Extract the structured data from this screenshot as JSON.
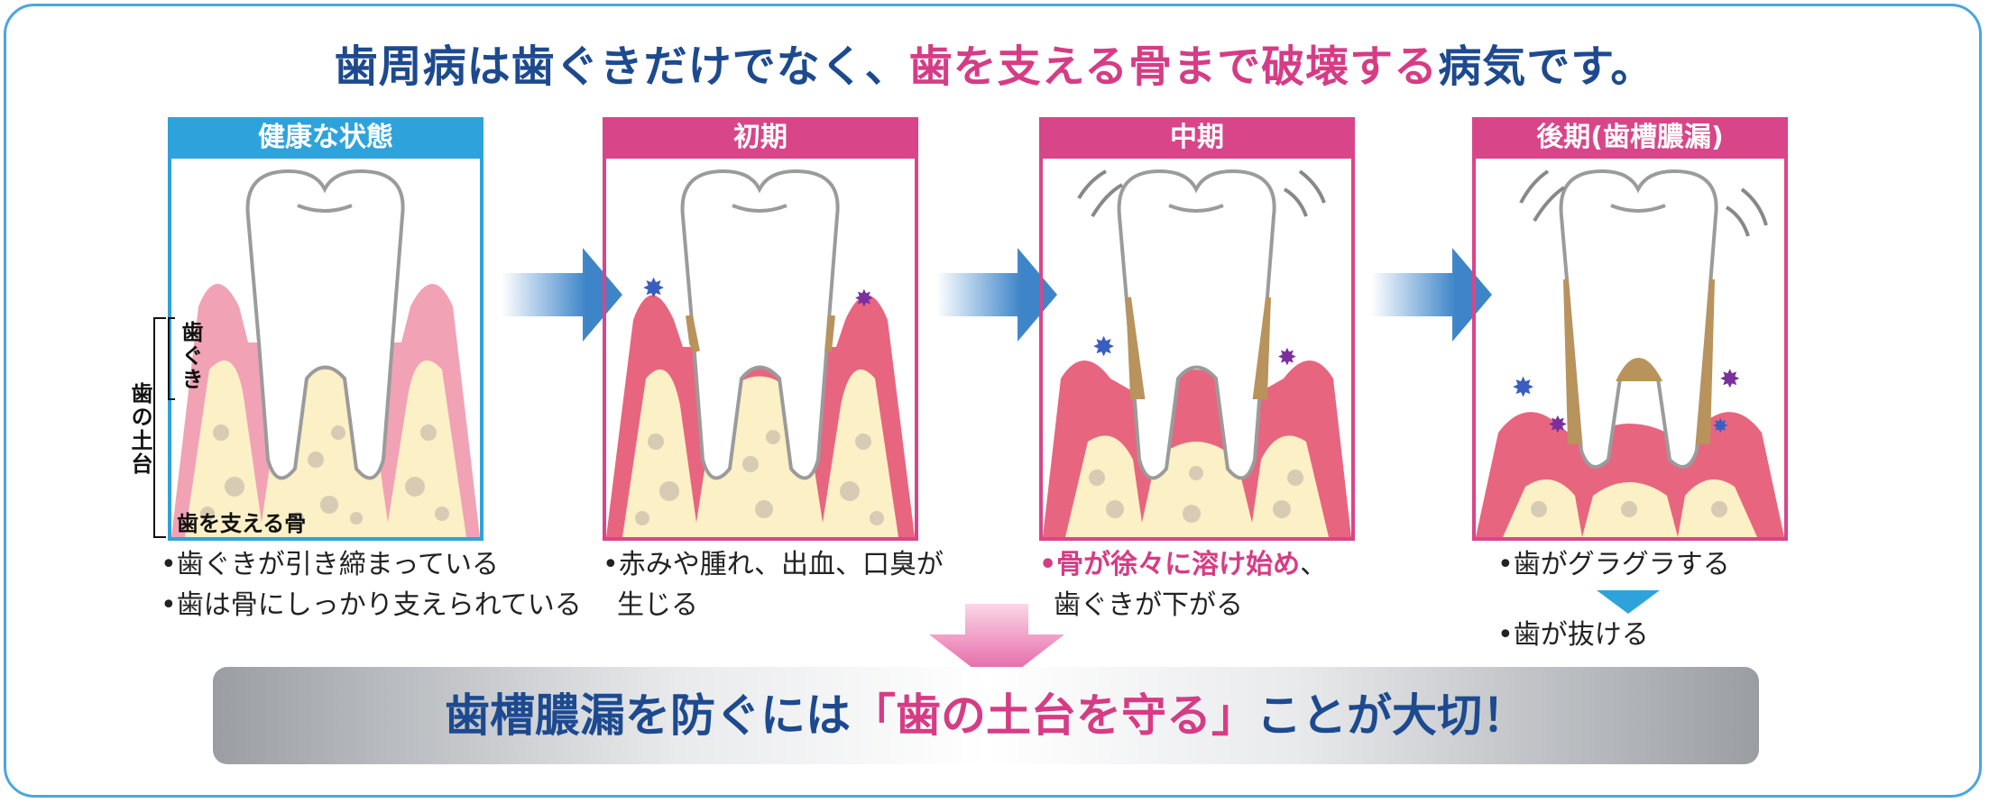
{
  "headline": {
    "part1": "歯周病は歯ぐきだけでなく、",
    "part2": "歯を支える骨まで破壊する",
    "part3": "病気です。"
  },
  "panels": [
    {
      "title": "健康な状態",
      "color": "#2ea3db"
    },
    {
      "title": "初期",
      "color": "#d94589"
    },
    {
      "title": "中期",
      "color": "#d94589"
    },
    {
      "title": "後期(歯槽膿漏)",
      "color": "#d94589"
    }
  ],
  "labels": {
    "gum": "歯ぐき",
    "foundation": "歯の土台",
    "bone": "歯を支える骨"
  },
  "captions": {
    "healthy": [
      "•歯ぐきが引き締まっている",
      "•歯は骨にしっかり支えられている"
    ],
    "early": [
      "•赤みや腫れ、出血、口臭が",
      "生じる"
    ],
    "middle_em": "•骨が徐々に溶け始め",
    "middle_rest": "、",
    "middle_line2": "歯ぐきが下がる",
    "late_line1": "•歯がグラグラする",
    "late_line2": "•歯が抜ける"
  },
  "banner": {
    "part1": "歯槽膿漏を防ぐには",
    "part2": "「歯の土台を守る」",
    "part3": "ことが大切！"
  },
  "colors": {
    "navy": "#1d4a8f",
    "pink": "#d63c85",
    "blue": "#2ea3db",
    "gum": "#ef8ea6",
    "bone": "#f8eec2"
  }
}
